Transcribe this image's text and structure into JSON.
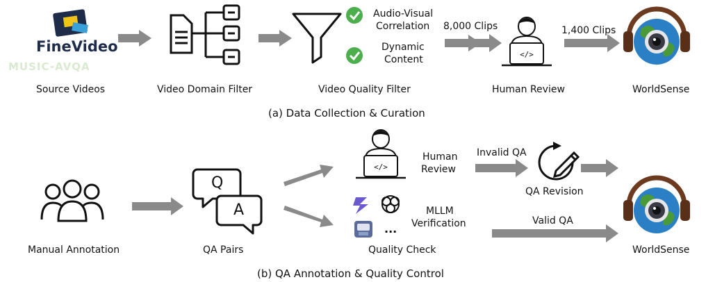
{
  "top": {
    "caption": "(a) Data Collection & Curation",
    "source": {
      "logo_text": "FineVideo",
      "logo2_text": "MUSIC-AVQA",
      "label": "Source Videos"
    },
    "domain_filter": {
      "label": "Video Domain Filter"
    },
    "quality_filter": {
      "label": "Video Quality Filter",
      "criteria": [
        {
          "line1": "Audio-Visual",
          "line2": "Correlation"
        },
        {
          "line1": "Dynamic",
          "line2": "Content"
        }
      ]
    },
    "clips_after_filter": "8,000 Clips",
    "human_review": {
      "label": "Human Review"
    },
    "clips_after_review": "1,400 Clips",
    "output": {
      "label": "WorldSense"
    }
  },
  "bottom": {
    "caption": "(b) QA Annotation & Quality Control",
    "manual": {
      "label": "Manual Annotation"
    },
    "qa_pairs": {
      "label": "QA Pairs",
      "q_letter": "Q",
      "a_letter": "A"
    },
    "human_review": {
      "line1": "Human",
      "line2": "Review"
    },
    "mllm": {
      "line1": "MLLM",
      "line2": "Verification",
      "ellipsis": "..."
    },
    "quality_check": {
      "label": "Quality Check"
    },
    "invalid": {
      "label": "Invalid QA"
    },
    "revision": {
      "label": "QA Revision"
    },
    "valid": {
      "label": "Valid QA"
    },
    "output": {
      "label": "WorldSense"
    }
  },
  "colors": {
    "arrow": "#8a8a8a",
    "check_green": "#4cae4c",
    "globe_ocean": "#2b7fc4",
    "headphone": "#6b3a1f",
    "logo_yellow": "#f0c419"
  }
}
